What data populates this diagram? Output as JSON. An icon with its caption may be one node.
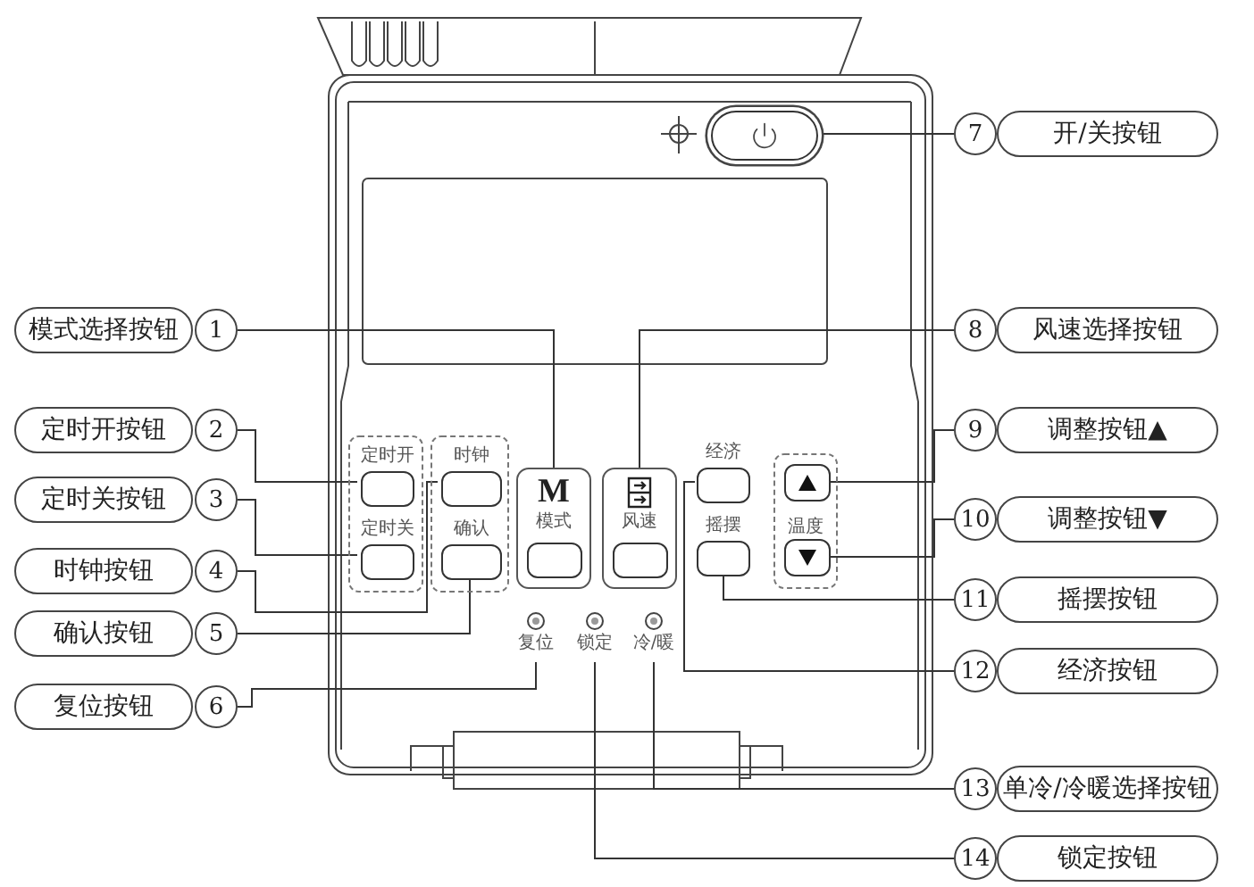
{
  "diagram": {
    "nodes": [
      {
        "text": [
          "模式选择按钮"
        ]
      },
      {
        "text": [
          "1"
        ]
      },
      {
        "text": [
          "定时开按钮"
        ]
      },
      {
        "text": [
          "2"
        ]
      },
      {
        "text": [
          "定时关按钮"
        ]
      },
      {
        "text": [
          "3"
        ]
      },
      {
        "text": [
          "时钟按钮"
        ]
      },
      {
        "text": [
          "4"
        ]
      },
      {
        "text": [
          "确认按钮"
        ]
      },
      {
        "text": [
          "5"
        ]
      },
      {
        "text": [
          "复位按钮"
        ]
      },
      {
        "text": [
          "6"
        ]
      },
      {
        "text": [
          "7"
        ]
      },
      {
        "text": [
          "开/关按钮"
        ]
      },
      {
        "text": [
          "8"
        ]
      },
      {
        "text": [
          "风速选择按钮"
        ]
      },
      {
        "text": [
          "9"
        ]
      },
      {
        "text": [
          "调整按钮▲"
        ]
      },
      {
        "text": [
          "10"
        ]
      },
      {
        "text": [
          "调整按钮▼"
        ]
      },
      {
        "text": [
          "11"
        ]
      },
      {
        "text": [
          "摇摆按钮"
        ]
      },
      {
        "text": [
          "12"
        ]
      },
      {
        "text": [
          "经济按钮"
        ]
      },
      {
        "text": [
          "13"
        ]
      },
      {
        "text": [
          "单冷/冷暖选择按钮"
        ]
      },
      {
        "text": [
          "14"
        ]
      },
      {
        "text": [
          "锁定按钮"
        ]
      },
      {
        "text": [],
        "shape": "box"
      },
      {
        "text": [],
        "shape": "box"
      },
      {
        "text": [
          "定时开"
        ],
        "in": 29
      },
      {
        "text": [
          "定时关"
        ],
        "in": 29
      },
      {
        "text": [],
        "shape": "box"
      },
      {
        "text": [
          "时钟"
        ],
        "in": 32
      },
      {
        "text": [
          "确认"
        ],
        "in": 32
      },
      {
        "text": [
          "M",
          "模式"
        ]
      },
      {
        "text": [
          "风速"
        ]
      },
      {
        "text": [
          "经济"
        ]
      },
      {
        "text": [
          "摇摆"
        ]
      },
      {
        "text": [
          "温度"
        ]
      },
      {
        "text": [],
        "shape": "box",
        "in": 39
      },
      {
        "text": [],
        "shape": "box",
        "in": 39
      },
      {
        "text": [
          "复位"
        ]
      },
      {
        "text": [
          "锁定"
        ]
      },
      {
        "text": [
          "冷/暖"
        ]
      }
    ],
    "edges": [
      {
        "from": 1,
        "to": 35,
        "arrow": "none"
      },
      {
        "from": 3,
        "to": 30,
        "arrow": "none"
      },
      {
        "from": 5,
        "to": 31,
        "arrow": "none"
      },
      {
        "from": 7,
        "to": 33,
        "arrow": "none"
      },
      {
        "from": 9,
        "to": 34,
        "arrow": "none"
      },
      {
        "from": 11,
        "to": 42,
        "arrow": "none"
      },
      {
        "from": 12,
        "to": 28,
        "arrow": "none"
      },
      {
        "from": 14,
        "to": 36,
        "arrow": "none"
      },
      {
        "from": 16,
        "to": 40,
        "arrow": "none"
      },
      {
        "from": 18,
        "to": 41,
        "arrow": "none"
      },
      {
        "from": 20,
        "to": 38,
        "arrow": "none"
      },
      {
        "from": 22,
        "to": 37,
        "arrow": "none"
      },
      {
        "from": 24,
        "to": 44,
        "arrow": "none"
      },
      {
        "from": 26,
        "to": 43,
        "arrow": "none"
      }
    ]
  }
}
